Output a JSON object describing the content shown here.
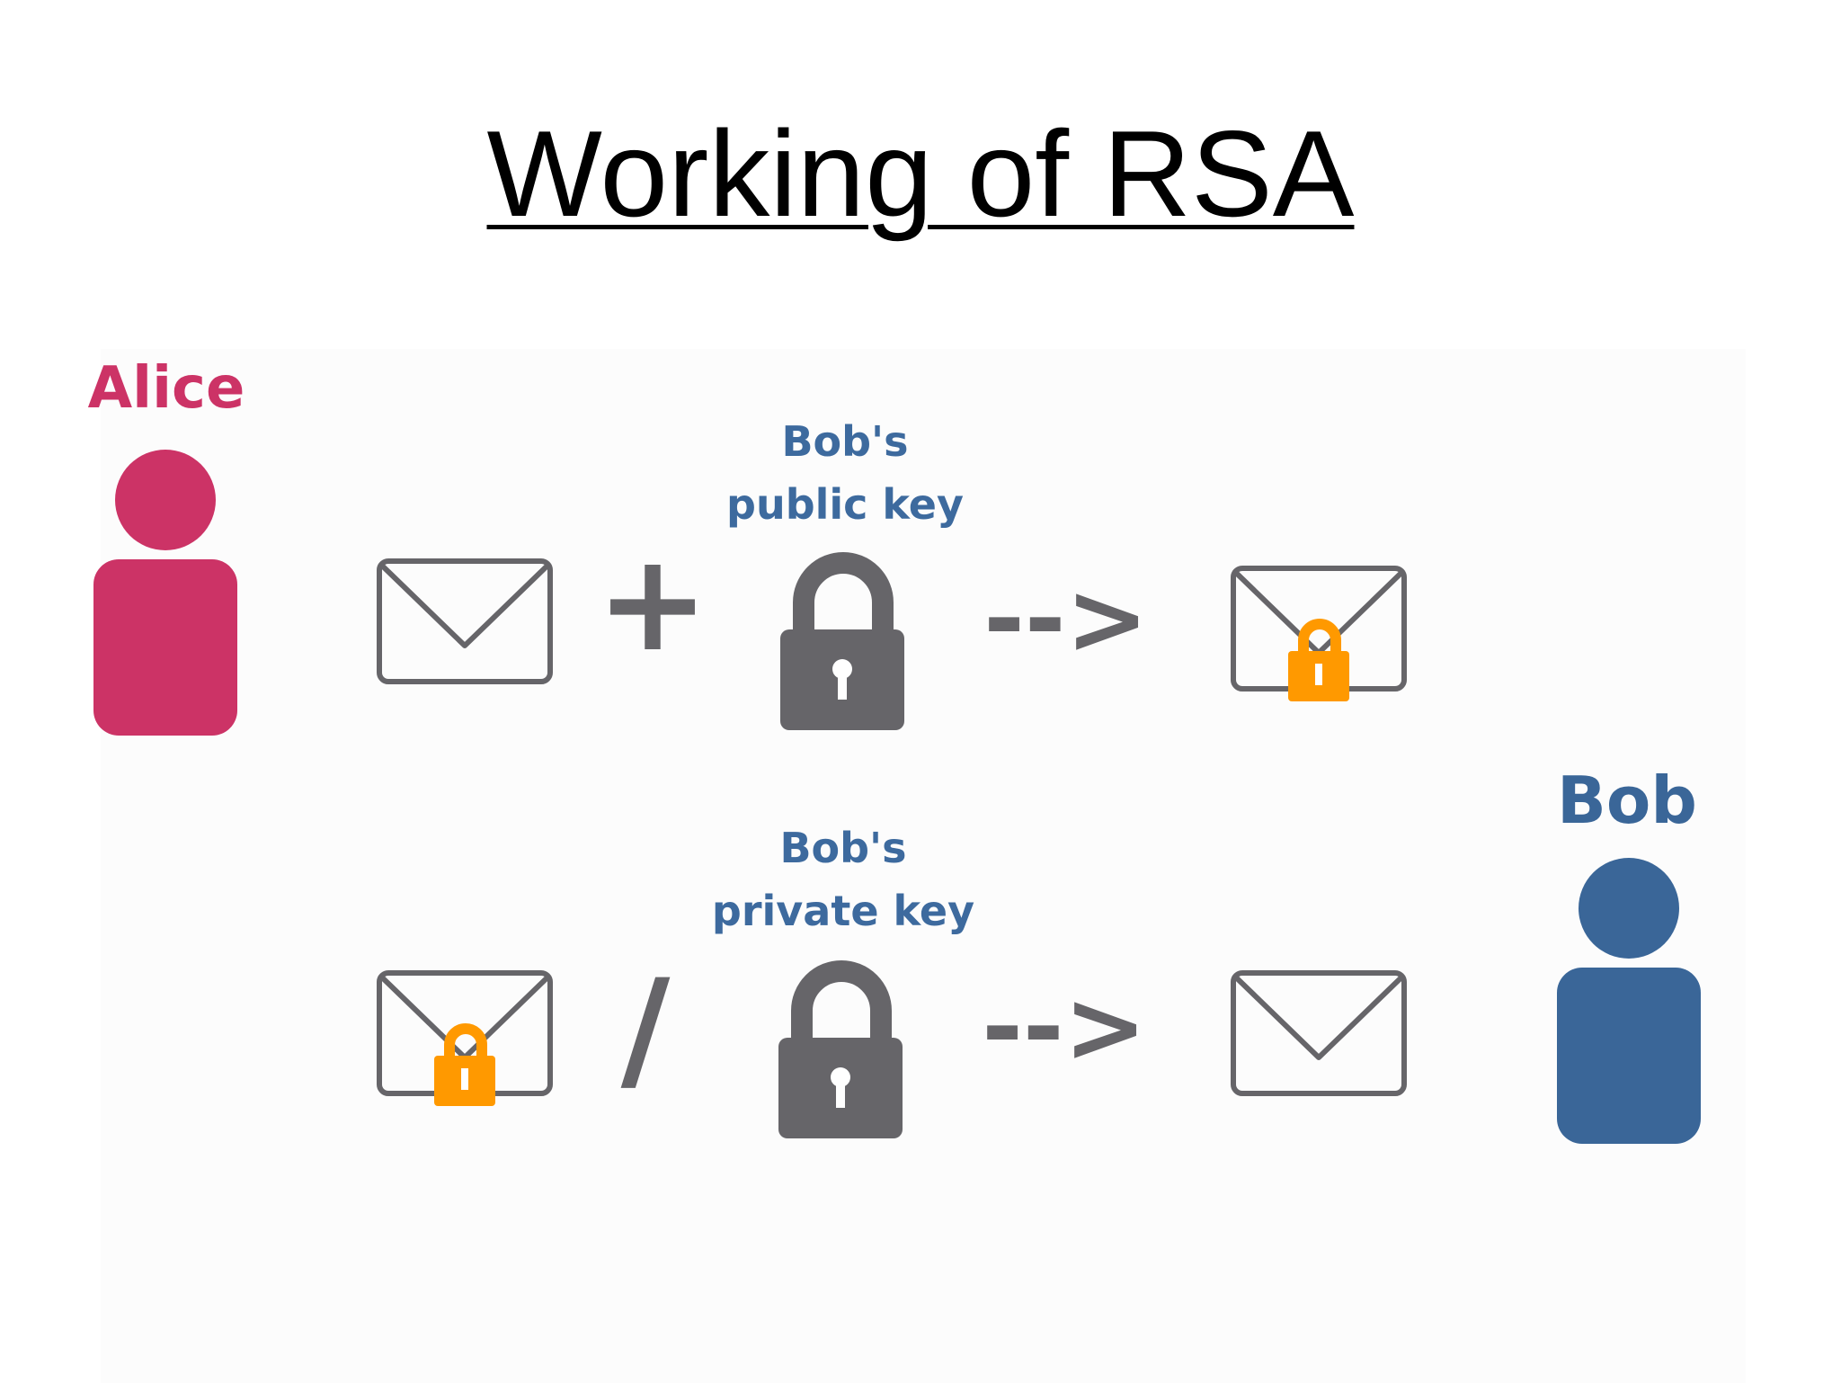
{
  "title": "Working of RSA",
  "colors": {
    "alice": "#CC3366",
    "bob": "#3A6698",
    "label_blue": "#3D6A9E",
    "gray": "#666569",
    "orange": "#FF9900"
  },
  "alice": {
    "label": "Alice"
  },
  "bob": {
    "label": "Bob"
  },
  "encrypt_row": {
    "operator": "+",
    "arrow": "-->",
    "key_label_line1": "Bob's",
    "key_label_line2": "public key"
  },
  "decrypt_row": {
    "operator": "/",
    "arrow": "-->",
    "key_label_line1": "Bob's",
    "key_label_line2": "private key"
  },
  "icons": {
    "person": "person-icon",
    "envelope": "envelope-icon",
    "padlock": "padlock-icon",
    "locked_envelope": "locked-envelope-icon"
  }
}
